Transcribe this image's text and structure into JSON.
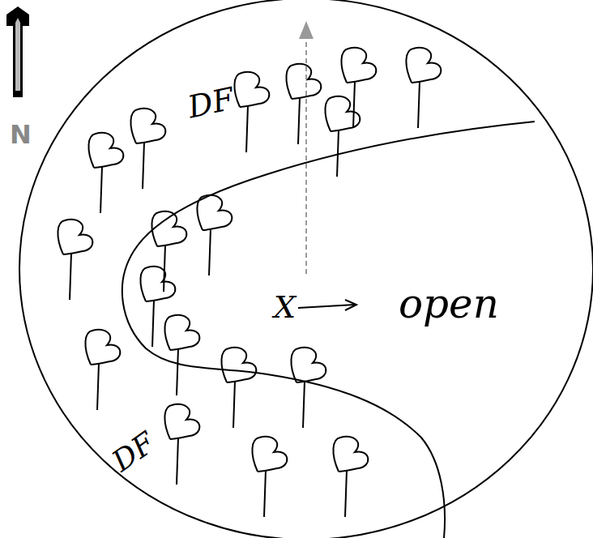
{
  "diagram": {
    "labels": [
      "N",
      "DF",
      "DF",
      "X",
      "open"
    ]
  }
}
